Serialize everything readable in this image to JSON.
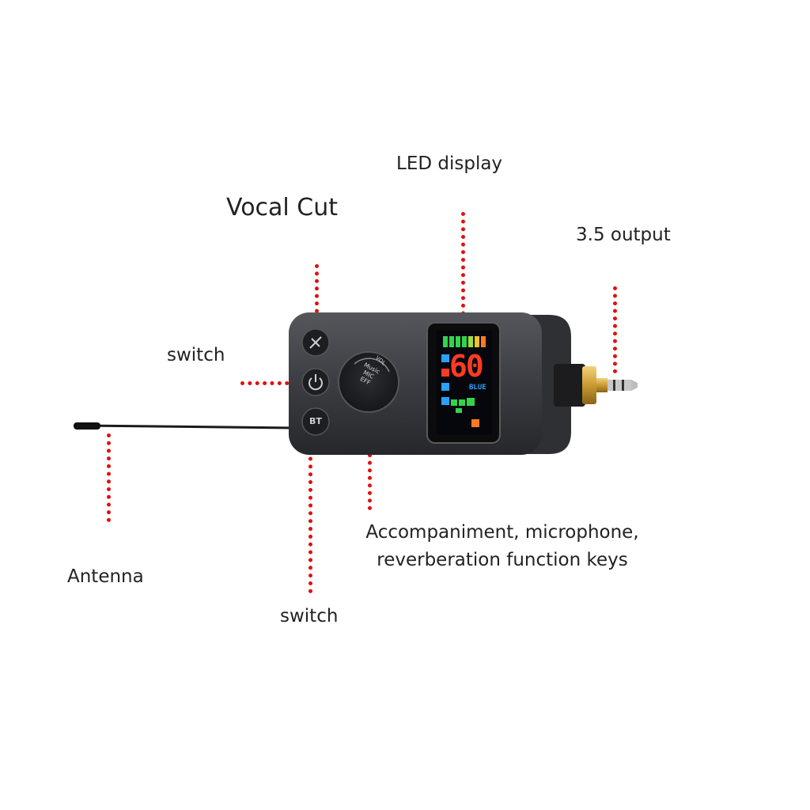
{
  "labels": {
    "led_display": "LED display",
    "vocal_cut": "Vocal Cut",
    "output_35": "3.5 output",
    "switch_top": "switch",
    "switch_bottom": "switch",
    "antenna": "Antenna",
    "function_keys_line1": "Accompaniment, microphone,",
    "function_keys_line2": "reverberation function keys"
  },
  "device": {
    "bt_button": "BT",
    "knob_top_text": "VOL",
    "knob_lines": [
      "Music",
      "MIC",
      "EFF"
    ],
    "display_number": "60",
    "display_mode": "BLUE"
  },
  "colors": {
    "leader_dots": "#e01010",
    "body": "#3d3f44",
    "display_red": "#ff3b22",
    "display_blue": "#2aa0ff",
    "display_green": "#34d44a"
  }
}
